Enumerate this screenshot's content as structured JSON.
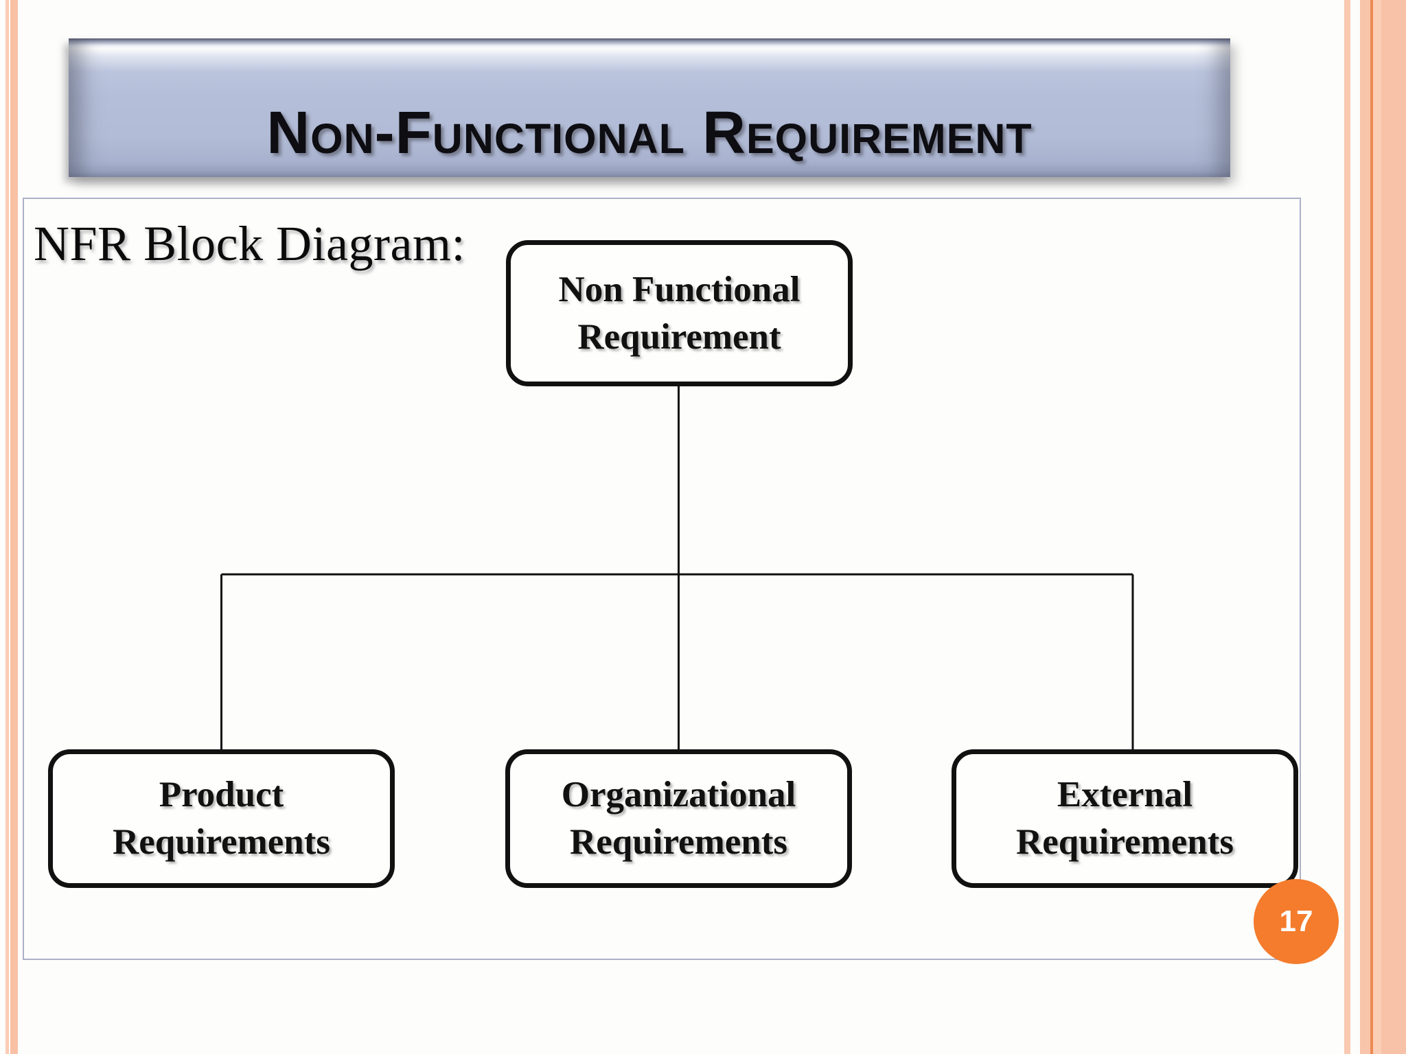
{
  "title": {
    "text": "Non-Functional Requirement"
  },
  "page_number": "17",
  "diagram": {
    "caption": "NFR Block Diagram:",
    "root": {
      "id": "non-functional-requirement",
      "lines": [
        "Non Functional",
        "Requirement"
      ]
    },
    "children": [
      {
        "id": "product-requirements",
        "lines": [
          "Product",
          "Requirements"
        ]
      },
      {
        "id": "organizational-requirements",
        "lines": [
          "Organizational",
          "Requirements"
        ]
      },
      {
        "id": "external-requirements",
        "lines": [
          "External",
          "Requirements"
        ]
      }
    ]
  },
  "colors": {
    "accent_orange": "#f47c2c",
    "stripe_peach": "#f9c0a4",
    "stripe_accent_line": "#ec8a50",
    "banner_blue": "#b3bdd7",
    "panel_border": "#adb1c7",
    "node_border": "#111111",
    "node_fill": "#fefefc",
    "background": "#fdfdfb"
  }
}
